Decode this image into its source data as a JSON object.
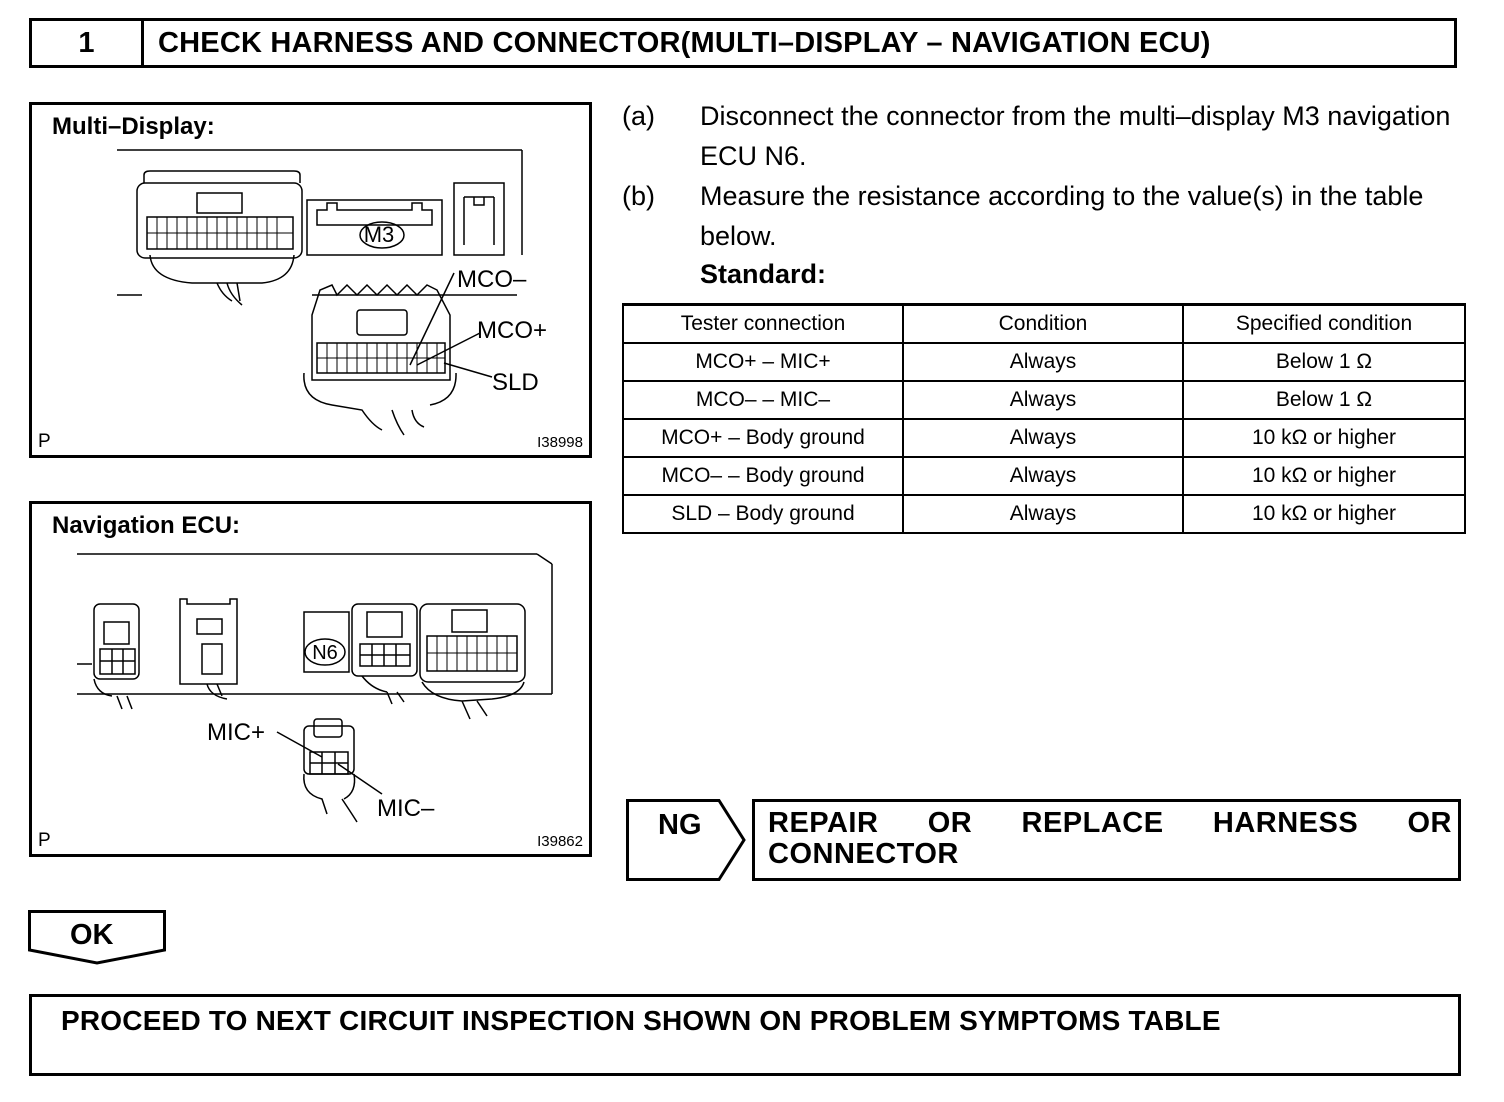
{
  "header": {
    "step_number": "1",
    "title": "CHECK HARNESS AND CONNECTOR(MULTI–DISPLAY – NAVIGATION ECU)"
  },
  "figures": {
    "multi_display": {
      "title": "Multi–Display:",
      "connector_tag": "M3",
      "labels": {
        "mco_minus": "MCO–",
        "mco_plus": "MCO+",
        "sld": "SLD"
      },
      "corner_letter": "P",
      "figure_code": "I38998"
    },
    "navigation_ecu": {
      "title": "Navigation ECU:",
      "connector_tag": "N6",
      "labels": {
        "mic_plus": "MIC+",
        "mic_minus": "MIC–"
      },
      "corner_letter": "P",
      "figure_code": "I39862"
    }
  },
  "instructions": {
    "a": {
      "letter": "(a)",
      "text": "Disconnect the connector from the multi–display M3 navigation ECU N6."
    },
    "b": {
      "letter": "(b)",
      "text": "Measure the resistance according to the value(s) in the table below."
    },
    "standard": "Standard:"
  },
  "table": {
    "headers": [
      "Tester connection",
      "Condition",
      "Specified condition"
    ],
    "rows": [
      [
        "MCO+ – MIC+",
        "Always",
        "Below 1 Ω"
      ],
      [
        "MCO– – MIC–",
        "Always",
        "Below 1 Ω"
      ],
      [
        "MCO+ – Body ground",
        "Always",
        "10 kΩ or higher"
      ],
      [
        "MCO– – Body ground",
        "Always",
        "10 kΩ or higher"
      ],
      [
        "SLD – Body ground",
        "Always",
        "10 kΩ or higher"
      ]
    ]
  },
  "ng": {
    "label": "NG",
    "action": "REPAIR OR REPLACE HARNESS OR CONNECTOR"
  },
  "ok": {
    "label": "OK"
  },
  "proceed": {
    "text": "PROCEED TO NEXT CIRCUIT INSPECTION SHOWN ON PROBLEM SYMPTOMS TABLE"
  }
}
